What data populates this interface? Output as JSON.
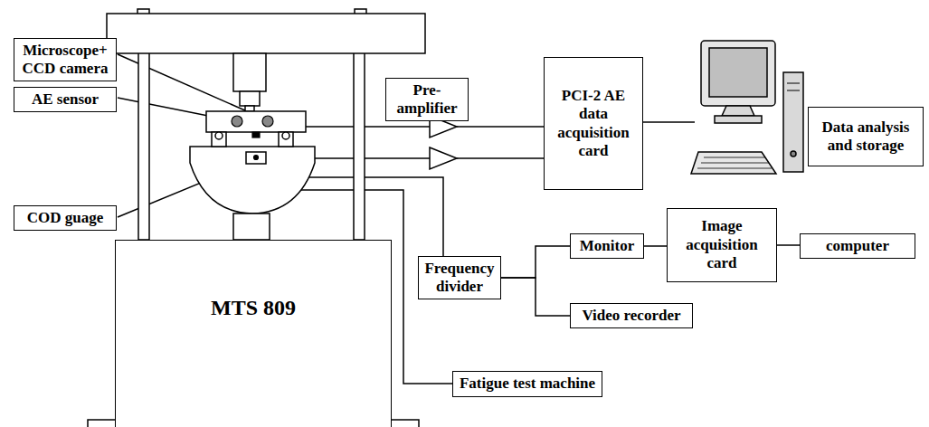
{
  "diagram": {
    "nodes": [
      {
        "text": [
          "Microscope+ CCD camera"
        ]
      },
      {
        "text": [
          "AE sensor"
        ]
      },
      {
        "text": [
          "COD guage"
        ]
      },
      {
        "text": [
          "MTS 809"
        ]
      },
      {
        "text": [
          "Pre-amplifier"
        ]
      },
      {
        "text": [
          "PCI-2 AE data acquisition card"
        ]
      },
      {
        "text": [
          "Data analysis and storage"
        ]
      },
      {
        "text": [
          "Frequency divider"
        ]
      },
      {
        "text": [
          "Monitor"
        ]
      },
      {
        "text": [
          "Image acquisition card"
        ]
      },
      {
        "text": [
          "computer"
        ]
      },
      {
        "text": [
          "Video recorder"
        ]
      },
      {
        "text": [
          "Fatigue test machine"
        ]
      }
    ],
    "edges": [
      {
        "from": 7,
        "to": 8,
        "arrow": "none"
      },
      {
        "from": 7,
        "to": 11,
        "arrow": "none"
      },
      {
        "from": 8,
        "to": 9,
        "arrow": "none"
      },
      {
        "from": 9,
        "to": 10,
        "arrow": "none"
      }
    ]
  }
}
